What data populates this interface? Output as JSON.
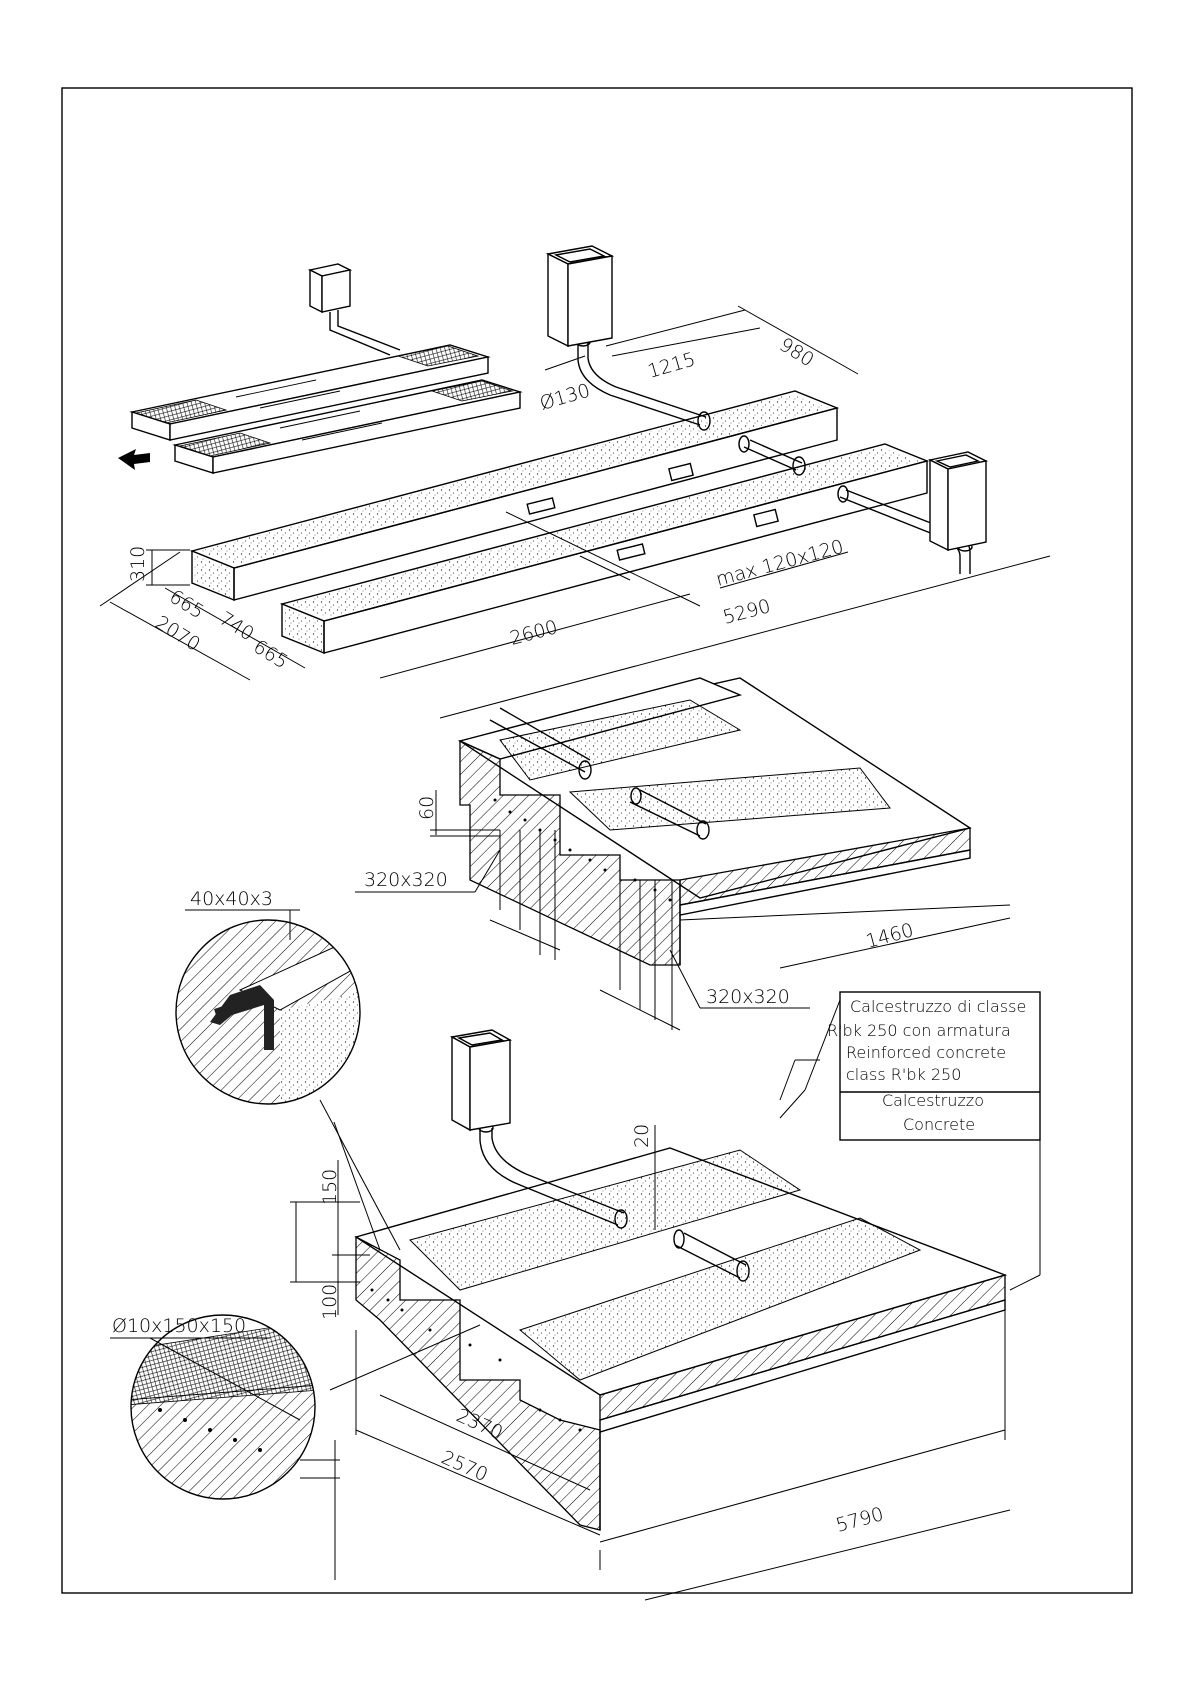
{
  "dimensions": {
    "d980": "980",
    "d1215": "1215",
    "d130": "Ø130",
    "d310": "310",
    "d665a": "665",
    "d740": "740",
    "d665b": "665",
    "d2070": "2070",
    "d2600": "2600",
    "d5290": "5290",
    "dmax": "max 120x120",
    "d60": "60",
    "d320a": "320x320",
    "d320b": "320x320",
    "d1460": "1460",
    "d40": "40x40x3",
    "d20": "20",
    "d150": "150",
    "d100": "100",
    "d10": "Ø10x150x150",
    "d2370": "2370",
    "d2570": "2570",
    "d5790": "5790"
  },
  "legend": {
    "line1": "Calcestruzzo di classe",
    "line2": "R'bk 250 con armatura",
    "line3": "Reinforced concrete",
    "line4": "class R'bk 250",
    "line5": "Calcestruzzo",
    "line6": "Concrete"
  }
}
